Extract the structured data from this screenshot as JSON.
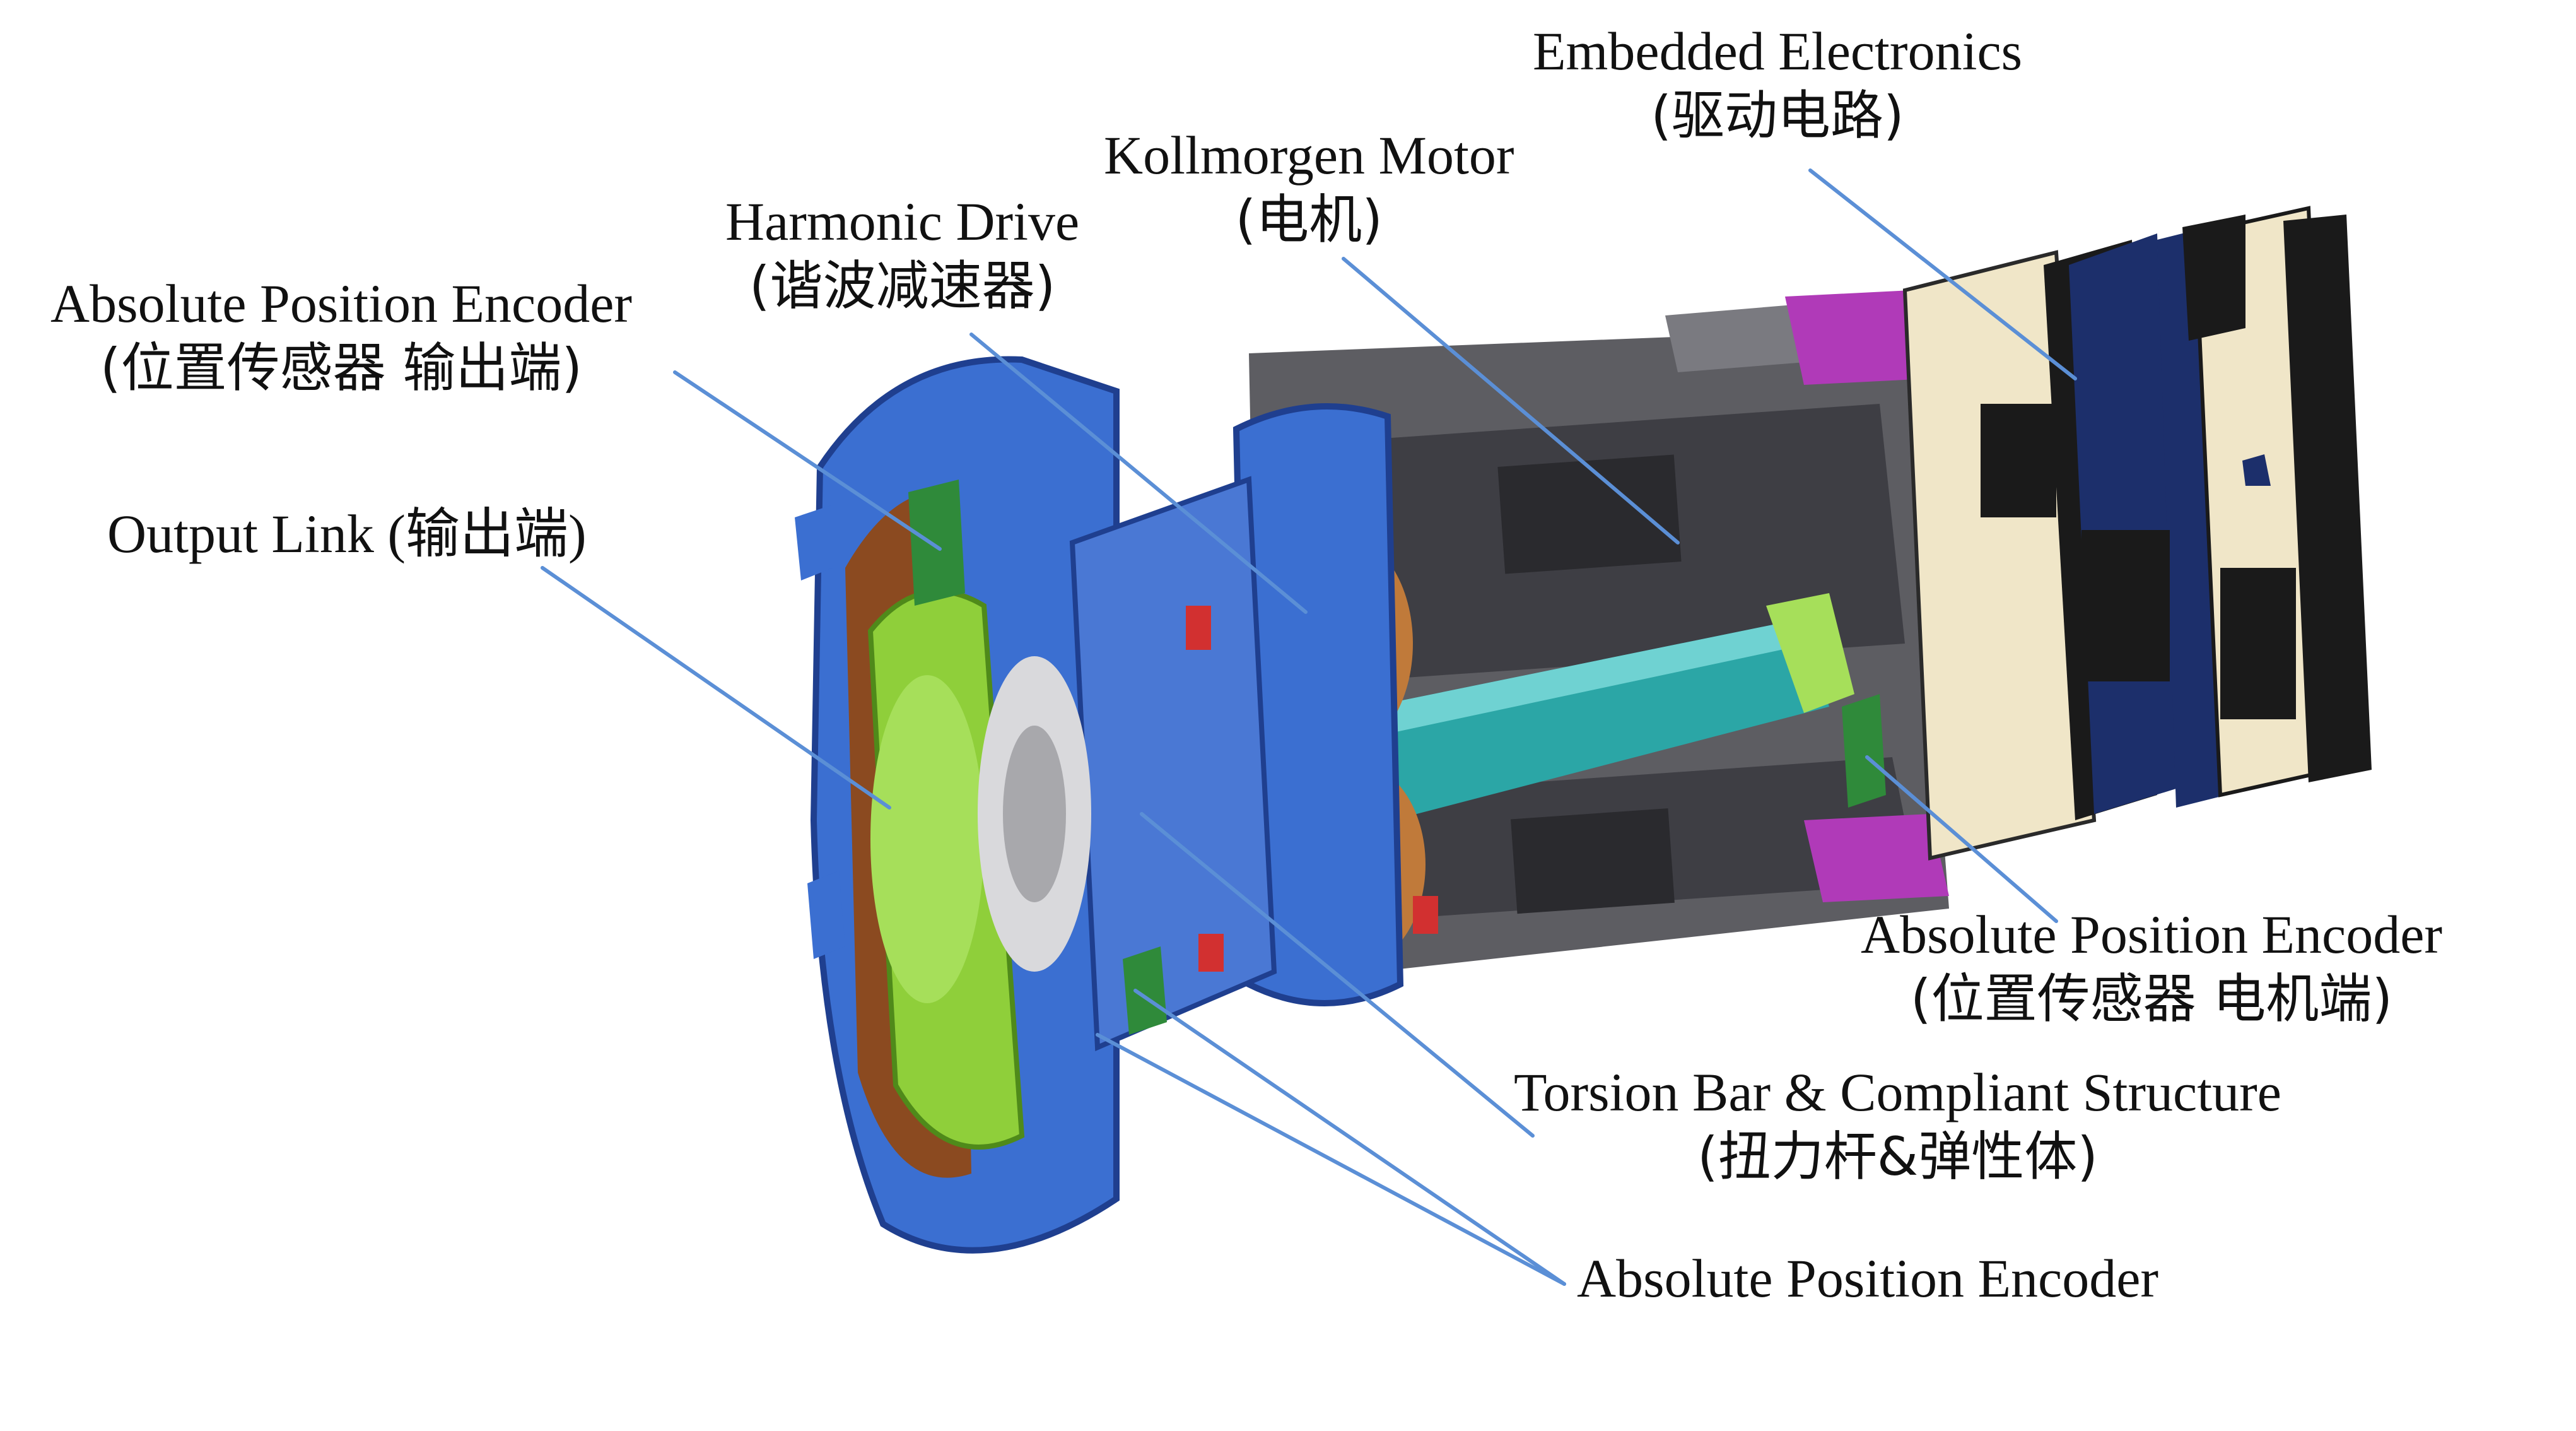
{
  "colors": {
    "housing_blue": "#3b6fd1",
    "dark_blue": "#1f3f8f",
    "output_green": "#8fcf3a",
    "shaft_teal": "#2ba6a6",
    "gear_orange": "#c07a3a",
    "brown": "#8b4a20",
    "pcb_cream": "#f0e6c8",
    "pcb_black": "#1a1a1a",
    "connector_navy": "#1c2f6b",
    "magenta": "#b03ab8",
    "gray": "#6e6e6e",
    "leader_line": "#5b8fd6"
  },
  "labels": {
    "embedded_electronics": {
      "en": "Embedded Electronics",
      "cn": "(驱动电路)"
    },
    "kollmorgen_motor": {
      "en": "Kollmorgen  Motor",
      "cn": "(电机)"
    },
    "harmonic_drive": {
      "en": "Harmonic Drive",
      "cn": "(谐波减速器)"
    },
    "abs_encoder_output": {
      "en": "Absolute Position Encoder",
      "cn": "(位置传感器 输出端)"
    },
    "output_link": {
      "en": "Output Link (输出端)"
    },
    "abs_encoder_motor": {
      "en": "Absolute Position Encoder",
      "cn": "(位置传感器 电机端)"
    },
    "torsion_bar": {
      "en": "Torsion Bar & Compliant  Structure",
      "cn": "(扭力杆&弹性体)"
    },
    "abs_encoder_bottom": {
      "en": "Absolute Position Encoder"
    }
  }
}
